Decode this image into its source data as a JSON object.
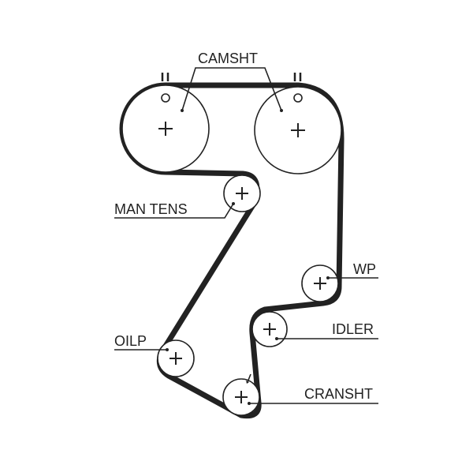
{
  "labels": {
    "camshaft": "CAMSHT",
    "manual_tensioner": "MAN TENS",
    "water_pump": "WP",
    "idler": "IDLER",
    "oil_pump": "OILP",
    "crankshaft": "CRANSHT"
  },
  "colors": {
    "belt": "#222222",
    "line": "#222222",
    "background": "#ffffff"
  }
}
